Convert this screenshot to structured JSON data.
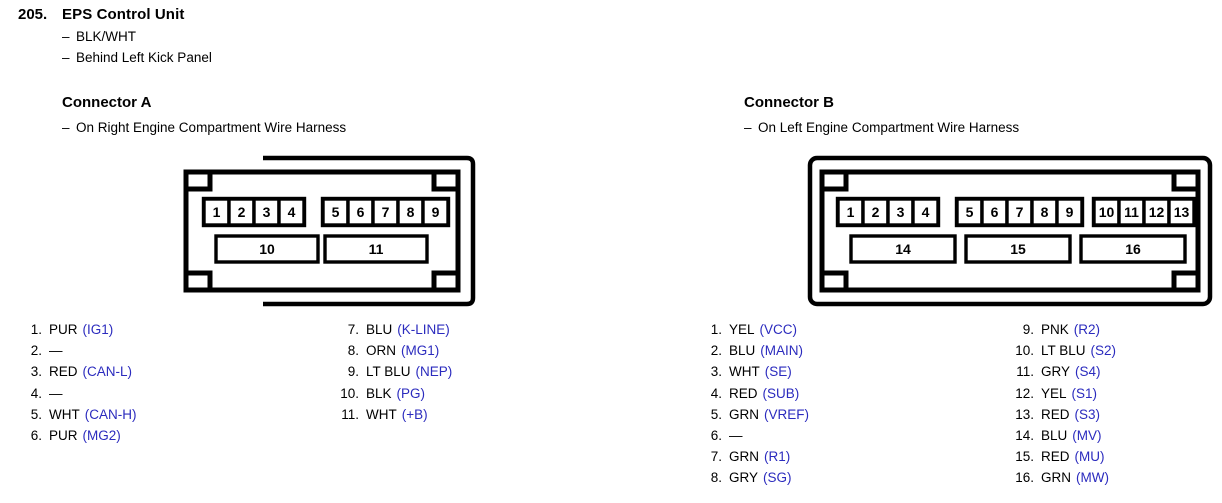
{
  "header": {
    "item_number": "205.",
    "title": "EPS Control Unit",
    "notes": [
      "BLK/WHT",
      "Behind Left Kick Panel"
    ]
  },
  "connectors": [
    {
      "id": "a",
      "heading": "Connector A",
      "subtitle": "On Right Engine Compartment Wire Harness",
      "top_row_groups": [
        [
          "1",
          "2",
          "3",
          "4"
        ],
        [
          "5",
          "6",
          "7",
          "8",
          "9"
        ]
      ],
      "bottom_row_pins": [
        "10",
        "11"
      ],
      "pins_left": [
        {
          "index": "1.",
          "wire": "PUR",
          "signal": "(IG1)"
        },
        {
          "index": "2.",
          "wire": "—",
          "signal": ""
        },
        {
          "index": "3.",
          "wire": "RED",
          "signal": "(CAN-L)"
        },
        {
          "index": "4.",
          "wire": "—",
          "signal": ""
        },
        {
          "index": "5.",
          "wire": "WHT",
          "signal": "(CAN-H)"
        },
        {
          "index": "6.",
          "wire": "PUR",
          "signal": "(MG2)"
        }
      ],
      "pins_right": [
        {
          "index": "7.",
          "wire": "BLU",
          "signal": "(K-LINE)"
        },
        {
          "index": "8.",
          "wire": "ORN",
          "signal": "(MG1)"
        },
        {
          "index": "9.",
          "wire": "LT BLU",
          "signal": "(NEP)"
        },
        {
          "index": "10.",
          "wire": "BLK",
          "signal": "(PG)"
        },
        {
          "index": "11.",
          "wire": "WHT",
          "signal": "(+B)"
        }
      ]
    },
    {
      "id": "b",
      "heading": "Connector B",
      "subtitle": "On Left Engine Compartment Wire Harness",
      "top_row_groups": [
        [
          "1",
          "2",
          "3",
          "4"
        ],
        [
          "5",
          "6",
          "7",
          "8",
          "9"
        ],
        [
          "10",
          "11",
          "12",
          "13"
        ]
      ],
      "bottom_row_pins": [
        "14",
        "15",
        "16"
      ],
      "pins_left": [
        {
          "index": "1.",
          "wire": "YEL",
          "signal": "(VCC)"
        },
        {
          "index": "2.",
          "wire": "BLU",
          "signal": "(MAIN)"
        },
        {
          "index": "3.",
          "wire": "WHT",
          "signal": "(SE)"
        },
        {
          "index": "4.",
          "wire": "RED",
          "signal": "(SUB)"
        },
        {
          "index": "5.",
          "wire": "GRN",
          "signal": "(VREF)"
        },
        {
          "index": "6.",
          "wire": "—",
          "signal": ""
        },
        {
          "index": "7.",
          "wire": "GRN",
          "signal": "(R1)"
        },
        {
          "index": "8.",
          "wire": "GRY",
          "signal": "(SG)"
        }
      ],
      "pins_right": [
        {
          "index": "9.",
          "wire": "PNK",
          "signal": "(R2)"
        },
        {
          "index": "10.",
          "wire": "LT BLU",
          "signal": "(S2)"
        },
        {
          "index": "11.",
          "wire": "GRY",
          "signal": "(S4)"
        },
        {
          "index": "12.",
          "wire": "YEL",
          "signal": "(S1)"
        },
        {
          "index": "13.",
          "wire": "RED",
          "signal": "(S3)"
        },
        {
          "index": "14.",
          "wire": "BLU",
          "signal": "(MV)"
        },
        {
          "index": "15.",
          "wire": "RED",
          "signal": "(MU)"
        },
        {
          "index": "16.",
          "wire": "GRN",
          "signal": "(MW)"
        }
      ]
    }
  ],
  "colors": {
    "signal_blue": "#2b2bbe",
    "ink": "#000000",
    "paper": "#ffffff"
  }
}
